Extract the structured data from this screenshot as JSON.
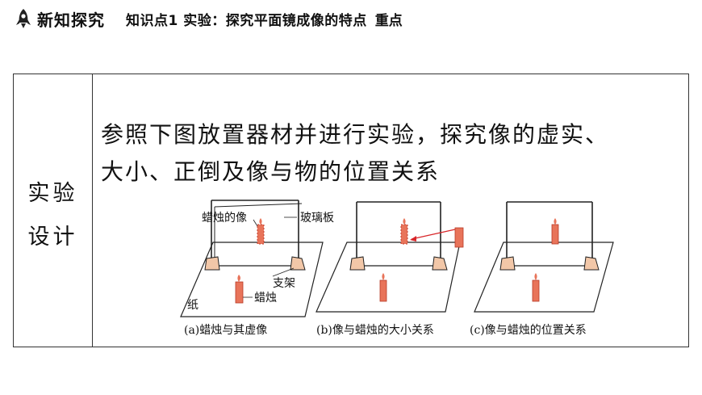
{
  "header": {
    "section": "新知探究",
    "topic": "知识点1  实验：探究平面镜成像的特点",
    "key": "重点"
  },
  "table": {
    "left_label_line1": "实验",
    "left_label_line2": "设计",
    "content_line1": "参照下图放置器材并进行实验，探究像的虚实、",
    "content_line2": "大小、正倒及像与物的位置关系"
  },
  "figure": {
    "labels": {
      "image_of_candle": "蜡烛的像",
      "glass_plate": "玻璃板",
      "stand": "支架",
      "candle": "蜡烛",
      "paper": "纸"
    },
    "captions": [
      "(a)蜡烛与其虚像",
      "(b)像与蜡烛的大小关系",
      "(c)像与蜡烛的位置关系"
    ],
    "colors": {
      "candle": "#e8745a",
      "stand": "#f2c7a8",
      "arrow": "#d8262a"
    }
  }
}
